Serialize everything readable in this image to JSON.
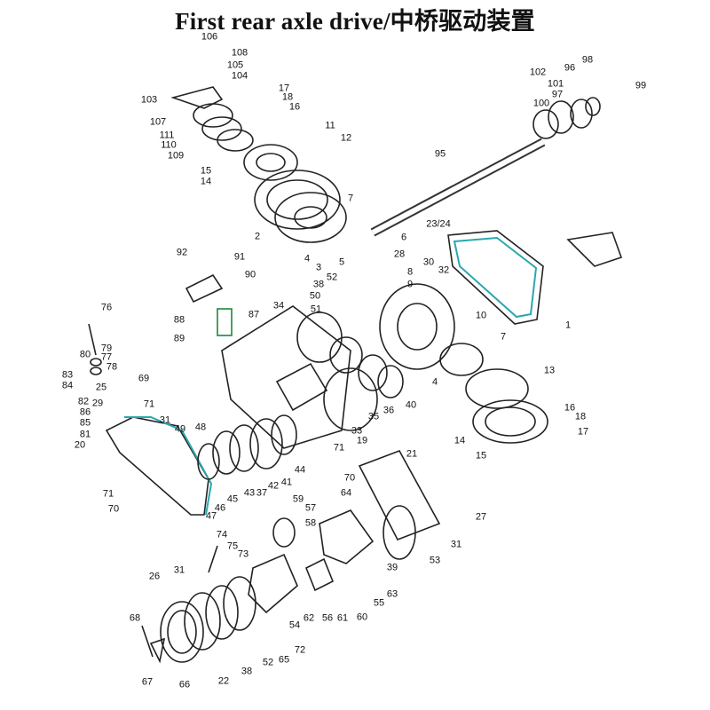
{
  "title": "First rear axle drive/中桥驱动装置",
  "accent_colors": {
    "outline": "#111111",
    "highlight_cyan": "#2aa7b0",
    "highlight_yellow": "#e8e070"
  },
  "callouts": [
    "106",
    "108",
    "105",
    "104",
    "103",
    "17",
    "18",
    "16",
    "107",
    "111",
    "110",
    "109",
    "11",
    "12",
    "15",
    "14",
    "2",
    "7",
    "95",
    "100",
    "97",
    "102",
    "101",
    "96",
    "98",
    "99",
    "23/24",
    "6",
    "4",
    "5",
    "28",
    "30",
    "32",
    "3",
    "52",
    "38",
    "8",
    "9",
    "92",
    "91",
    "90",
    "50",
    "51",
    "34",
    "10",
    "1",
    "88",
    "87",
    "89",
    "76",
    "7",
    "80",
    "79",
    "77",
    "78",
    "83",
    "84",
    "25",
    "69",
    "4",
    "13",
    "82",
    "29",
    "71",
    "86",
    "85",
    "81",
    "31",
    "20",
    "49",
    "48",
    "40",
    "36",
    "35",
    "33",
    "19",
    "16",
    "18",
    "17",
    "14",
    "15",
    "44",
    "41",
    "42",
    "37",
    "43",
    "45",
    "46",
    "47",
    "71",
    "70",
    "21",
    "71",
    "70",
    "64",
    "59",
    "57",
    "58",
    "27",
    "74",
    "75",
    "73",
    "31",
    "53",
    "39",
    "63",
    "55",
    "26",
    "31",
    "60",
    "61",
    "56",
    "62",
    "54",
    "68",
    "72",
    "65",
    "52",
    "38",
    "22",
    "66",
    "67"
  ]
}
